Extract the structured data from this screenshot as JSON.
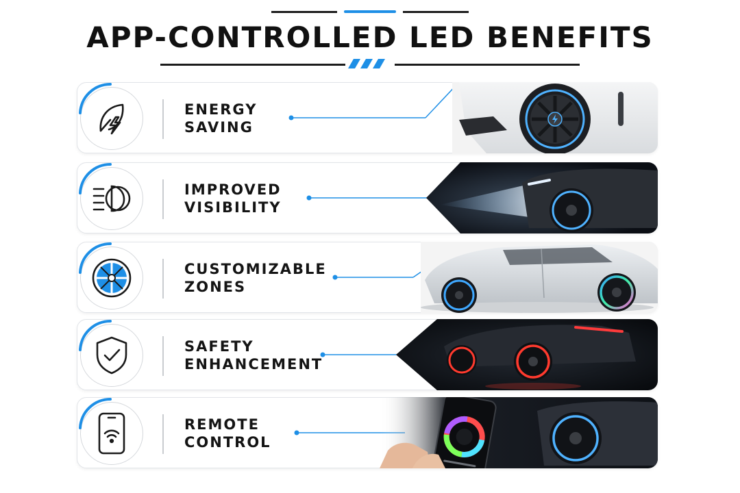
{
  "title": "APP-CONTROLLED LED BENEFITS",
  "colors": {
    "accent": "#1e8fe6",
    "text": "#141414",
    "dark": "#1b1b1b"
  },
  "benefits": [
    {
      "line1": "ENERGY",
      "line2": "SAVING",
      "icon": "leaf-lightning-icon",
      "image": "white-car-wheel-blue-led-photo"
    },
    {
      "line1": "IMPROVED",
      "line2": "VISIBILITY",
      "icon": "headlight-icon",
      "image": "dark-car-headlight-beam-photo"
    },
    {
      "line1": "CUSTOMIZABLE",
      "line2": "ZONES",
      "icon": "wheel-zones-icon",
      "image": "silver-car-multicolor-wheels-photo"
    },
    {
      "line1": "SAFETY",
      "line2": "ENHANCEMENT",
      "icon": "shield-check-icon",
      "image": "dark-car-red-led-wheels-photo"
    },
    {
      "line1": "REMOTE",
      "line2": "CONTROL",
      "icon": "smartphone-wifi-icon",
      "image": "hand-phone-color-wheel-app-photo"
    }
  ]
}
